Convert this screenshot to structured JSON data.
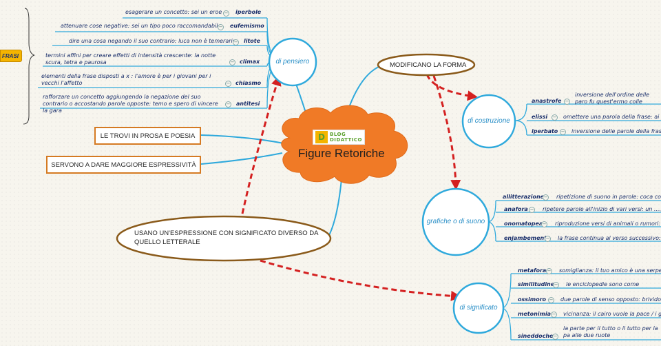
{
  "center": {
    "title": "Figure Retoriche",
    "logo_line1": "BLOG",
    "logo_line2": "DIDATTICO"
  },
  "left_tag": "FRASI",
  "boxes": {
    "prose": "LE TROVI IN PROSA E POESIA",
    "expressive": "SERVONO A DARE MAGGIORE ESPRESSIVITÀ"
  },
  "ovals": {
    "modify": "MODIFICANO LA FORMA",
    "meaning_line1": "USANO UN'ESPRESSIONE CON SIGNIFICATO DIVERSO DA",
    "meaning_line2": "QUELLO LETTERALE"
  },
  "circles": {
    "pensiero": "di pensiero",
    "costruzione": "di costruzione",
    "suono": "grafiche o di suono",
    "significato": "di significato"
  },
  "pensiero_items": [
    {
      "key": "iperbole",
      "desc": "esagerare un concetto: sei un eroe"
    },
    {
      "key": "eufemismo",
      "desc": "attenuare cose negative: sei un tipo poco raccomandabile"
    },
    {
      "key": "litote",
      "desc": "dire una cosa negando il suo contrario: luca non è temerario"
    },
    {
      "key": "climax",
      "desc": "termini affini per creare effetti di intensità crescente: la notte scura, tetra e paurosa"
    },
    {
      "key": "chiasmo",
      "desc": "elementi della frase disposti a x : l'amore è per i giovani per i  vecchi l'affetto"
    },
    {
      "key": "antitesi",
      "desc": "rafforzare un concetto aggiungendo la negazione del suo contrario o accostando parole opposte: temo e spero di vincere la gara"
    }
  ],
  "costruzione_items": [
    {
      "key": "anastrofe",
      "desc": "inversione dell'ordine delle paro fu quest'ermo colle"
    },
    {
      "key": "elissi",
      "desc": "omettere una parola della frase: ai po"
    },
    {
      "key": "iperbato",
      "desc": "inversione delle parole della frase:"
    }
  ],
  "suono_items": [
    {
      "key": "allitterazione",
      "desc": "ripetizione di suono in parole: coca cola"
    },
    {
      "key": "anafora",
      "desc": "ripetere parole all'inizio di vari versi:    un ..../"
    },
    {
      "key": "onomatopea",
      "desc": "riproduzione versi di animali o rumori: m"
    },
    {
      "key": "enjambement",
      "desc": "la frase continua al verso successivo: io"
    }
  ],
  "significato_items": [
    {
      "key": "metafora",
      "desc": "somiglianza: il tuo amico è una serpe"
    },
    {
      "key": "similitudine",
      "desc": "le enciclopedie sono come"
    },
    {
      "key": "ossimoro",
      "desc": "due parole di senso opposto: brivido ca"
    },
    {
      "key": "metonimia",
      "desc": "vicinanza: il cairo vuole la pace / i gov"
    },
    {
      "key": "sineddoche",
      "desc": "la parte per il tutto o il tutto per la pa alle due ruote"
    }
  ],
  "colors": {
    "blue": "#2fa9dc",
    "orange": "#f07a26",
    "red": "#d42020",
    "brown": "#8a5a1a",
    "text": "#1a2f6b"
  }
}
